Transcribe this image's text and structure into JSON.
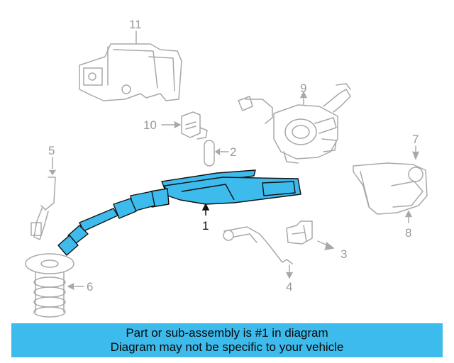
{
  "callouts": {
    "c1": "1",
    "c2": "2",
    "c3": "3",
    "c4": "4",
    "c5": "5",
    "c6": "6",
    "c7": "7",
    "c8": "8",
    "c9": "9",
    "c10": "10",
    "c11": "11"
  },
  "banner": {
    "line1": "Part or sub-assembly is #1 in diagram",
    "line2": "Diagram may not be specific to your vehicle"
  },
  "colors": {
    "highlight_part": "#3dbbec",
    "banner_bg": "#3dbbec",
    "outline": "#9a9a9a",
    "highlight_outline": "#111111"
  }
}
